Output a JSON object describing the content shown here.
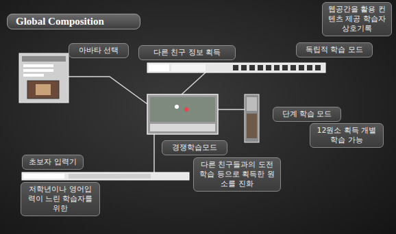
{
  "diagram": {
    "title": "Global Composition",
    "nodes": [
      {
        "text": [
          "아바타 선택"
        ]
      },
      {
        "text": [
          "다른 친구 정보 획득"
        ]
      },
      {
        "text": [
          "웹공간을 활용 컨텐츠 제공 학습자 상호기록"
        ]
      },
      {
        "text": [
          "독립적 학습 모드"
        ]
      },
      {
        "text": [
          "단계 학습 모드"
        ]
      },
      {
        "text": [
          "12원소 획득 개별 학습 가능"
        ]
      },
      {
        "text": [
          "경쟁학습모드"
        ]
      },
      {
        "text": [
          "다른 친구들과의 도전학습 등으로 획득한 원소를 진화"
        ]
      },
      {
        "text": [
          "초보자 입력기"
        ]
      },
      {
        "text": [
          "저학년이나 영어입력이 느린 학습자를 위한"
        ]
      }
    ]
  }
}
